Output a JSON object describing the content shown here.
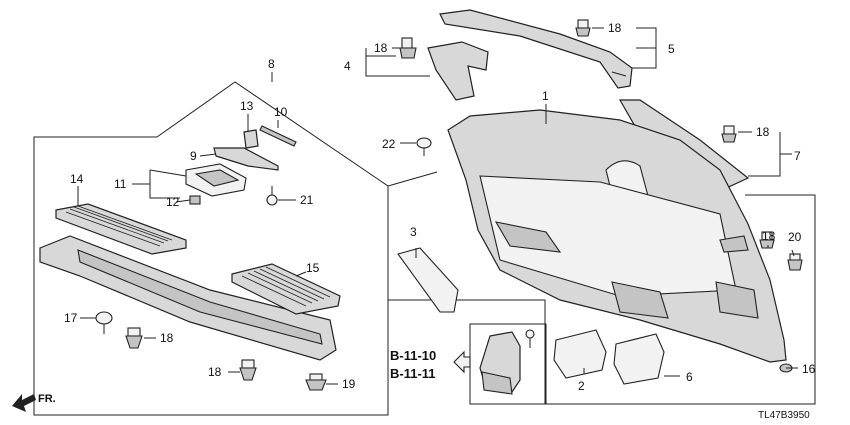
{
  "labels": {
    "p1": "1",
    "p2": "2",
    "p3": "3",
    "p4": "4",
    "p5": "5",
    "p6": "6",
    "p7": "7",
    "p8": "8",
    "p9": "9",
    "p10": "10",
    "p11": "11",
    "p12": "12",
    "p13": "13",
    "p14": "14",
    "p15": "15",
    "p16": "16",
    "p17": "17",
    "p18a": "18",
    "p18b": "18",
    "p18c": "18",
    "p18d": "18",
    "p18e": "18",
    "p18f": "18",
    "p19": "19",
    "p20": "20",
    "p21": "21",
    "p22": "22"
  },
  "references": {
    "ref1": "B-11-10",
    "ref2": "B-11-11"
  },
  "direction": "FR.",
  "diagram_code": "TL47B3950"
}
